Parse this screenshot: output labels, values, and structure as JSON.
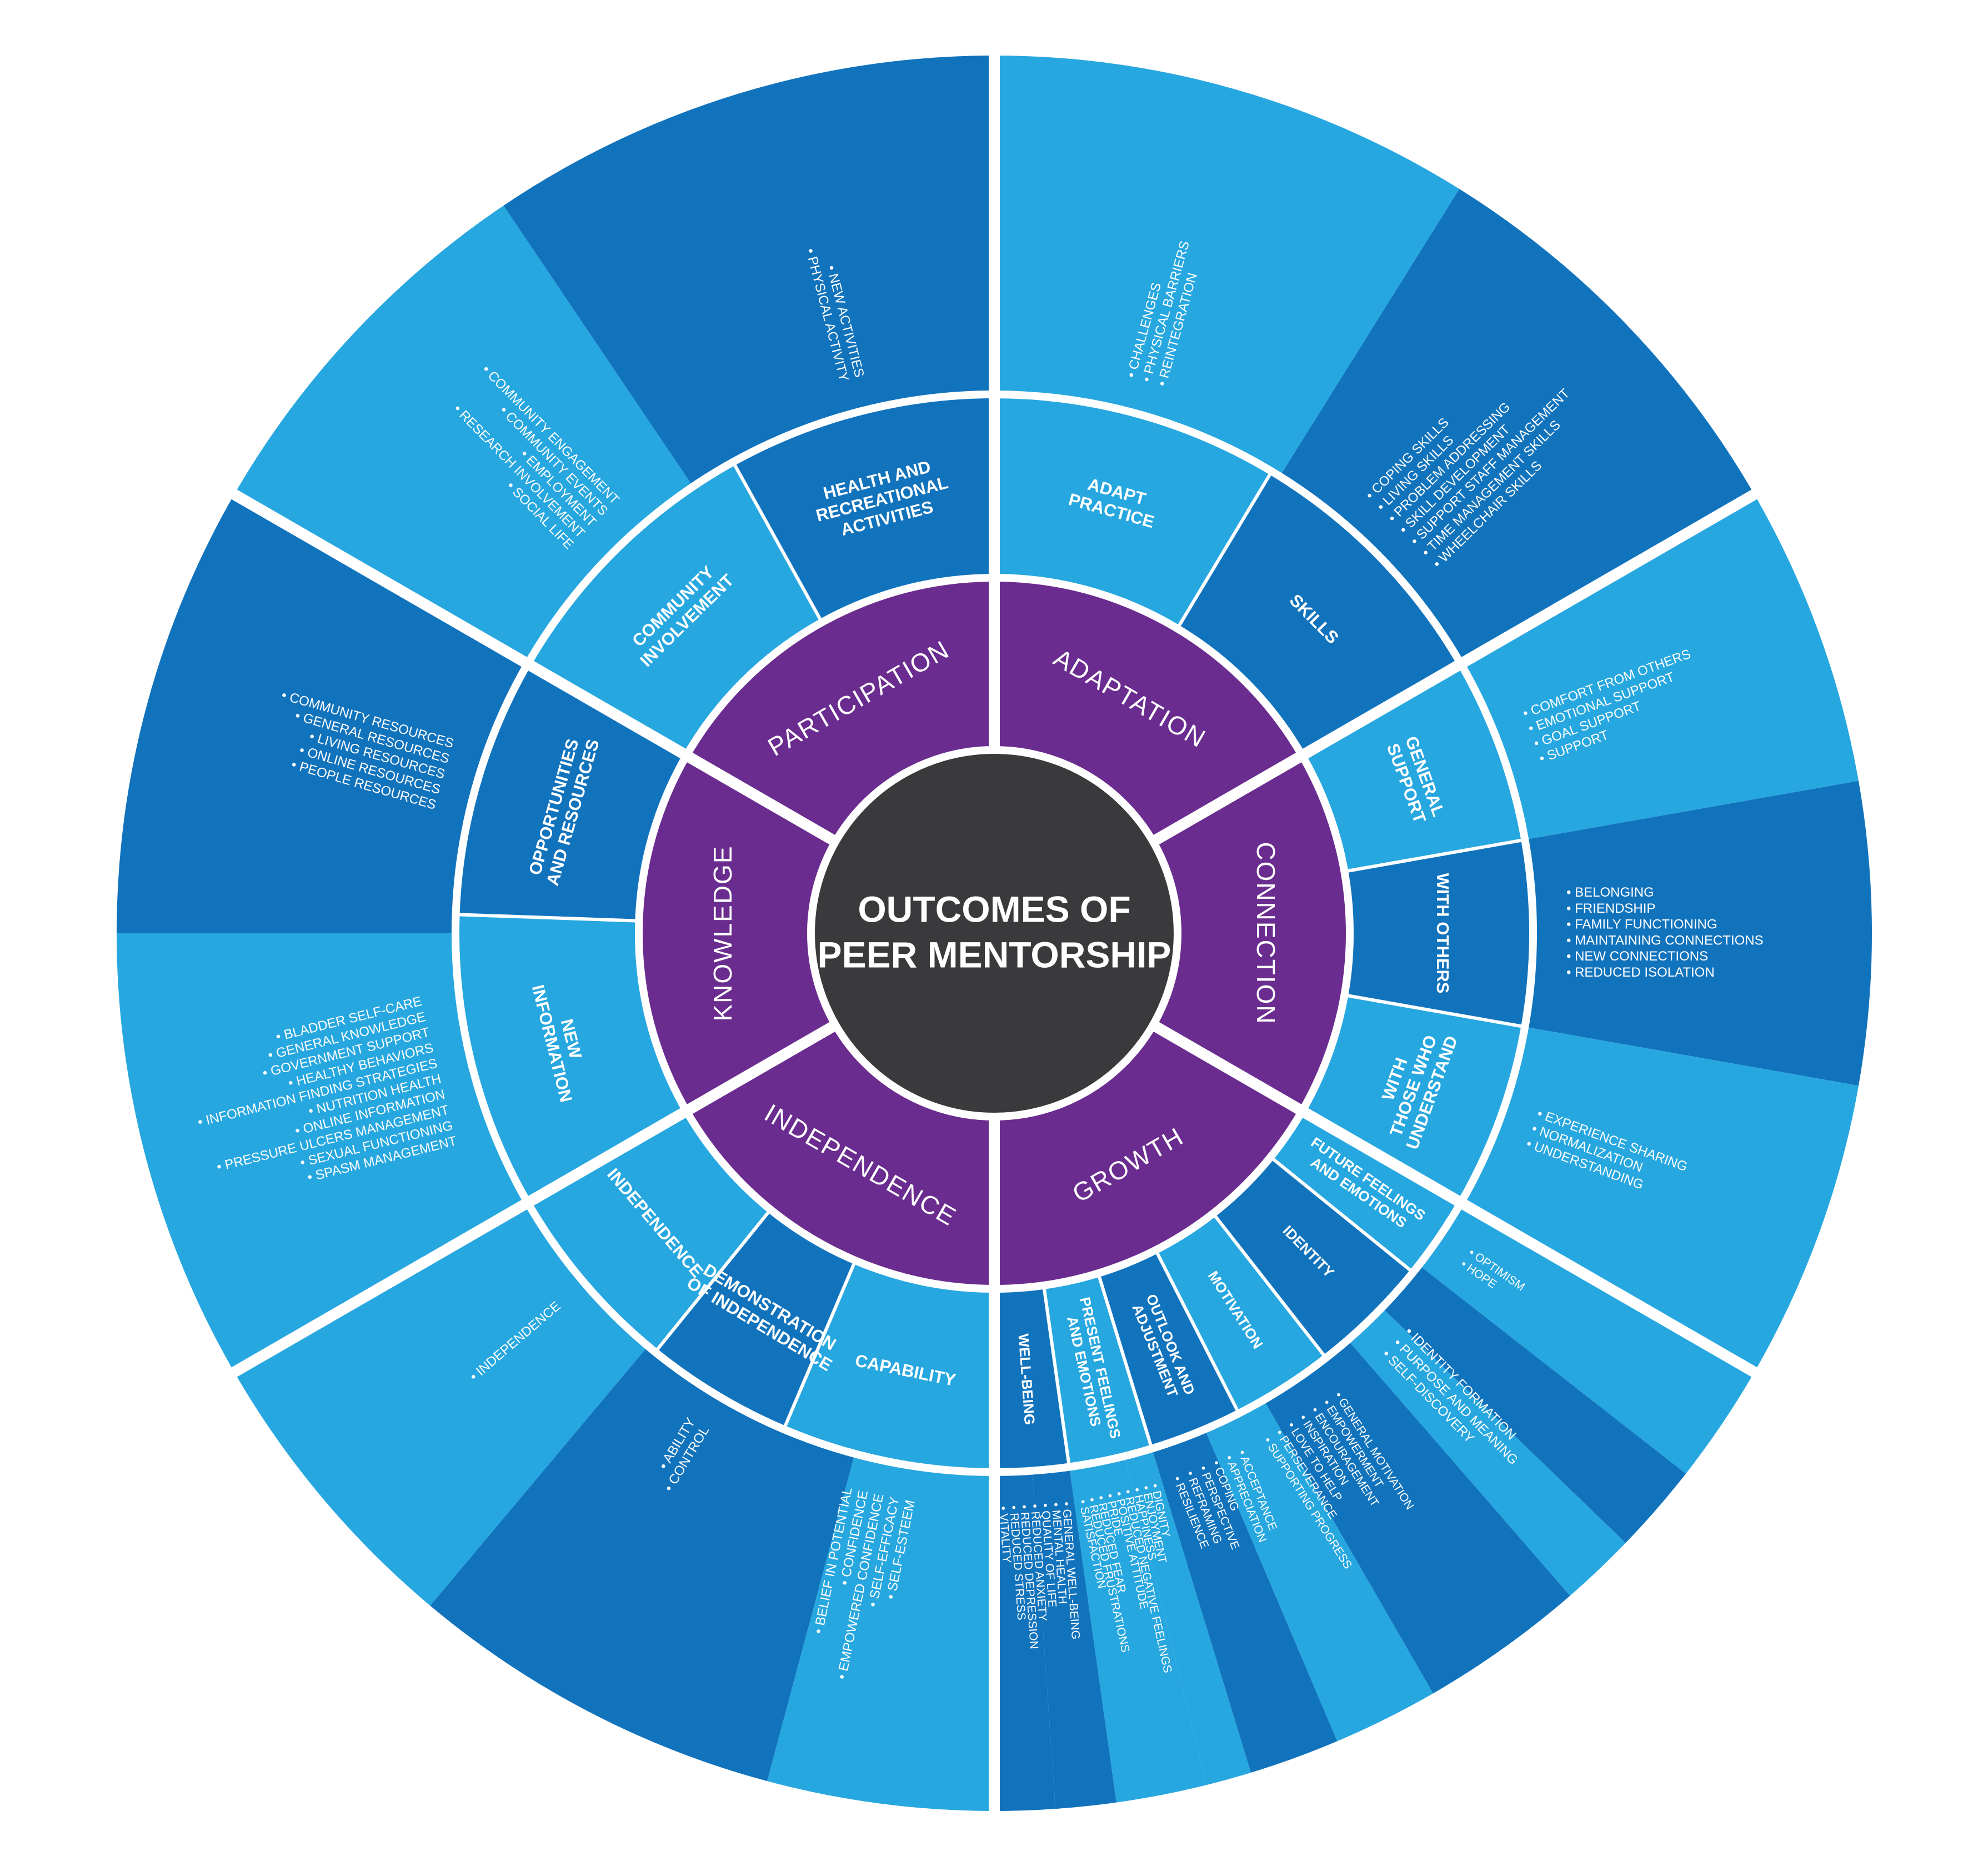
{
  "center": {
    "lines": [
      "OUTCOMES OF",
      "PEER MENTORSHIP"
    ]
  },
  "colors": {
    "center": "#3a3a3c",
    "ring1": "#6a2c8f",
    "dark": "#1273bd",
    "light": "#27a7e0",
    "separator": "#ffffff"
  },
  "categories": [
    {
      "name": "ADAPTATION",
      "subs": [
        {
          "lines": [
            "ADAPT",
            "PRACTICE"
          ],
          "shade": "light",
          "items": [
            "CHALLENGES",
            "PHYSICAL BARRIERS",
            "REINTEGRATION"
          ]
        },
        {
          "lines": [
            "SKILLS"
          ],
          "shade": "dark",
          "items": [
            "COPING SKILLS",
            "LIVING SKILLS",
            "PROBLEM ADDRESSING",
            "SKILL DEVELOPMENT",
            "SUPPORT STAFF MANAGEMENT",
            "TIME MANAGEMENT SKILLS",
            "WHEELCHAIR SKILLS"
          ]
        }
      ]
    },
    {
      "name": "CONNECTION",
      "subs": [
        {
          "lines": [
            "GENERAL",
            "SUPPORT"
          ],
          "shade": "light",
          "items": [
            "COMFORT FROM OTHERS",
            "EMOTIONAL SUPPORT",
            "GOAL SUPPORT",
            "SUPPORT"
          ]
        },
        {
          "lines": [
            "WITH OTHERS"
          ],
          "shade": "dark",
          "items": [
            "BELONGING",
            "FRIENDSHIP",
            "FAMILY FUNCTIONING",
            "MAINTAINING CONNECTIONS",
            "NEW CONNECTIONS",
            "REDUCED ISOLATION"
          ]
        },
        {
          "lines": [
            "WITH",
            "THOSE WHO",
            "UNDERSTAND"
          ],
          "shade": "light",
          "items": [
            "EXPERIENCE SHARING",
            "NORMALIZATION",
            "UNDERSTANDING"
          ]
        }
      ]
    },
    {
      "name": "GROWTH",
      "subs": [
        {
          "lines": [
            "FUTURE FEELINGS",
            "AND EMOTIONS"
          ],
          "shade": "light",
          "items": [
            "OPTIMISM",
            "HOPE"
          ]
        },
        {
          "lines": [
            "IDENTITY"
          ],
          "shade": "dark",
          "items": [
            "IDENTITY FORMATION",
            "PURPOSE AND MEANING",
            "SELF-DISCOVERY"
          ]
        },
        {
          "lines": [
            "MOTIVATION"
          ],
          "shade": "light",
          "items": [
            "GENERAL MOTIVATION",
            "EMPOWERMENT",
            "ENCOURAGEMENT",
            "INSPIRATION",
            "LOVE TO HELP",
            "PERSEVERANCE",
            "SUPPORTING PROGRESS"
          ]
        },
        {
          "lines": [
            "OUTLOOK AND",
            "ADJUSTMENT"
          ],
          "shade": "dark",
          "items": [
            "ACCEPTANCE",
            "APPRECIATION",
            "COPING",
            "PERSPECTIVE",
            "REFRAMING",
            "RESILIENCE"
          ]
        },
        {
          "lines": [
            "PRESENT FEELINGS",
            "AND EMOTIONS"
          ],
          "shade": "light",
          "items": [
            "DIGNITY",
            "ENJOYMENT",
            "HAPPINESS",
            "REDUCED NEGATIVE FEELINGS",
            "POSITIVE ATTITUDE",
            "PRIDE",
            "REDUCED FEAR",
            "REDUCED FRUSTRATIONS",
            "SATISFACTION"
          ]
        },
        {
          "lines": [
            "WELL-BEING"
          ],
          "shade": "dark",
          "items": [
            "GENERAL WELL-BEING",
            "MENTAL HEALTH",
            "QUALITY OF LIFE",
            "REDUCED ANXIETY",
            "REDUCED DEPRESSION",
            "REDUCED STRESS",
            "VITALITY"
          ]
        }
      ]
    },
    {
      "name": "INDEPENDENCE",
      "subs": [
        {
          "lines": [
            "CAPABILITY"
          ],
          "shade": "light",
          "items": [
            "BELIEF IN POTENTIAL",
            "CONFIDENCE",
            "EMPOWERED CONFIDENCE",
            "SELF-EFFICACY",
            "SELF-ESTEEM"
          ]
        },
        {
          "lines": [
            "DEMONSTRATION",
            "OF INDEPENDENCE"
          ],
          "shade": "dark",
          "items": [
            "ABILITY",
            "CONTROL"
          ]
        },
        {
          "lines": [
            "INDEPENDENCE"
          ],
          "shade": "light",
          "items": [
            "INDEPENDENCE"
          ]
        }
      ]
    },
    {
      "name": "KNOWLEDGE",
      "subs": [
        {
          "lines": [
            "NEW",
            "INFORMATION"
          ],
          "shade": "light",
          "items": [
            "BLADDER SELF-CARE",
            "GENERAL KNOWLEDGE",
            "GOVERNMENT SUPPORT",
            "HEALTHY BEHAVIORS",
            "INFORMATION FINDING STRATEGIES",
            "NUTRITION HEALTH",
            "ONLINE INFORMATION",
            "PRESSURE ULCERS MANAGEMENT",
            "SEXUAL FUNCTIONING",
            "SPASM MANAGEMENT"
          ]
        },
        {
          "lines": [
            "OPPORTUNITIES",
            "AND RESOURCES"
          ],
          "shade": "dark",
          "items": [
            "COMMUNITY RESOURCES",
            "GENERAL RESOURCES",
            "LIVING RESOURCES",
            "ONLINE RESOURCES",
            "PEOPLE RESOURCES"
          ]
        }
      ]
    },
    {
      "name": "PARTICIPATION",
      "subs": [
        {
          "lines": [
            "COMMUNITY",
            "INVOLVEMENT"
          ],
          "shade": "light",
          "items": [
            "COMMUNITY ENGAGEMENT",
            "COMMUNITY EVENTS",
            "EMPLOYMENT",
            "RESEARCH INVOLVEMENT",
            "SOCIAL LIFE"
          ]
        },
        {
          "lines": [
            "HEALTH AND",
            "RECREATIONAL",
            "ACTIVITIES"
          ],
          "shade": "dark",
          "items": [
            "NEW ACTIVITIES",
            "PHYSICAL ACTIVITY"
          ]
        }
      ]
    }
  ]
}
